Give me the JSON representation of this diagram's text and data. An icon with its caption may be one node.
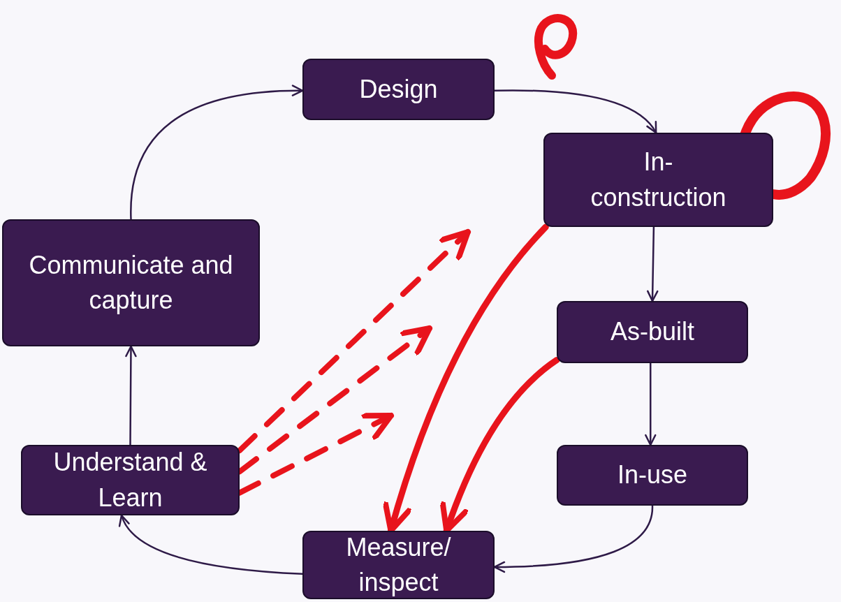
{
  "diagram": {
    "nodes": [
      {
        "text": [
          "Design"
        ]
      },
      {
        "text": [
          "In- construction"
        ]
      },
      {
        "text": [
          "As-built"
        ]
      },
      {
        "text": [
          "In-use"
        ]
      },
      {
        "text": [
          "Measure/ inspect"
        ]
      },
      {
        "text": [
          "Understand & Learn"
        ]
      },
      {
        "text": [
          "Communicate and capture"
        ]
      }
    ],
    "edges": [
      {
        "from": 0,
        "to": 1,
        "arrow": "to"
      },
      {
        "from": 1,
        "to": 2,
        "arrow": "to"
      },
      {
        "from": 2,
        "to": 3,
        "arrow": "to"
      },
      {
        "from": 3,
        "to": 4,
        "arrow": "to"
      },
      {
        "from": 4,
        "to": 5,
        "arrow": "to"
      },
      {
        "from": 5,
        "to": 6,
        "arrow": "to"
      },
      {
        "from": 6,
        "to": 0,
        "arrow": "to"
      },
      {
        "from": 1,
        "to": 4,
        "arrow": "to",
        "style": "thick",
        "color": "#e8141c"
      },
      {
        "from": 2,
        "to": 4,
        "arrow": "to",
        "style": "thick",
        "color": "#e8141c"
      },
      {
        "from": 5,
        "to": null,
        "arrow": "to",
        "style": "dashed",
        "color": "#e8141c"
      },
      {
        "from": 5,
        "to": null,
        "arrow": "to",
        "style": "dashed",
        "color": "#e8141c"
      },
      {
        "from": 5,
        "to": null,
        "arrow": "to",
        "style": "dashed",
        "color": "#e8141c"
      }
    ]
  }
}
